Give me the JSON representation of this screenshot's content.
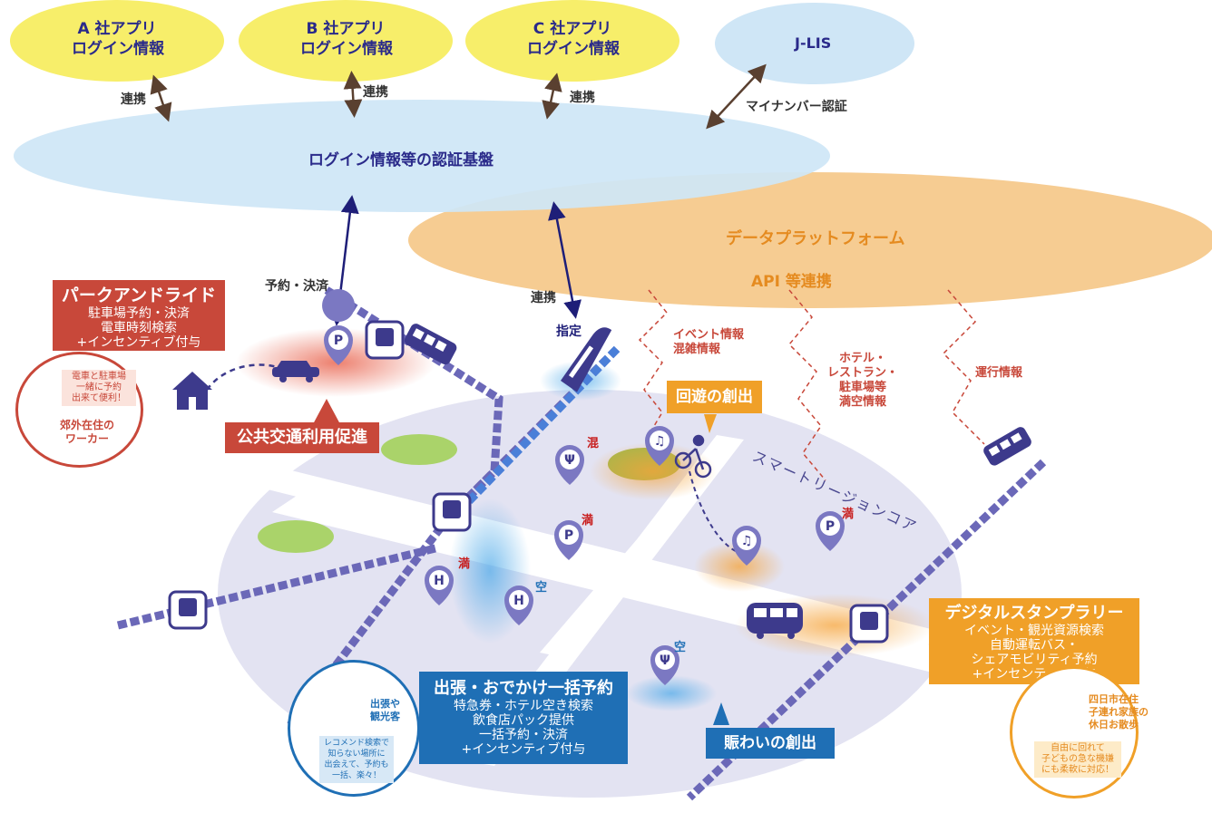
{
  "nodes": {
    "a_app": [
      "A 社アプリ",
      "ログイン情報"
    ],
    "b_app": [
      "B 社アプリ",
      "ログイン情報"
    ],
    "c_app": [
      "C 社アプリ",
      "ログイン情報"
    ],
    "jlis": "J-LIS",
    "auth_platform": "ログイン情報等の認証基盤",
    "data_platform": "データプラットフォーム",
    "api": "API 等連携"
  },
  "edge_labels": {
    "renkei": "連携",
    "mynumber": "マイナンバー認証",
    "reserve_pay": "予約・決済",
    "shitei": "指定",
    "event_info": [
      "イベント情報",
      "混雑情報"
    ],
    "hotel_info": [
      "ホテル・",
      "レストラン・",
      "駐車場等",
      "満空情報"
    ],
    "operation_info": "運行情報",
    "smart_region": "スマートリージョンコア"
  },
  "park_ride": {
    "title": "パークアンドライド",
    "lines": [
      "駐車場予約・決済",
      "電車時刻検索",
      "+インセンティブ付与"
    ],
    "color": "#c8483a"
  },
  "public_transport": "公共交通利用促進",
  "worker": {
    "speech": [
      "電車と駐車場",
      "一緒に予約",
      "出来て便利！"
    ],
    "caption": [
      "郊外在住の",
      "ワーカー"
    ]
  },
  "loop": "回遊の創出",
  "status": {
    "crowded": "混",
    "full": "満",
    "empty": "空"
  },
  "stamp_rally": {
    "title": "デジタルスタンプラリー",
    "lines": [
      "イベント・観光資源検索",
      "自動運転バス・",
      "シェアモビリティ予約",
      "+インセンティブ付与"
    ],
    "color": "#f0a028"
  },
  "family": {
    "caption": [
      "四日市在住",
      "子連れ家族の",
      "休日お散歩"
    ],
    "speech": [
      "自由に回れて",
      "子どもの急な機嫌",
      "にも柔軟に対応！"
    ]
  },
  "trip": {
    "title": "出張・おでかけ一括予約",
    "lines": [
      "特急券・ホテル空き検索",
      "飲食店パック提供",
      "一括予約・決済",
      "+インセンティブ付与"
    ],
    "color": "#1f6fb5"
  },
  "tourist": {
    "caption": [
      "出張や",
      "観光客"
    ],
    "speech": [
      "レコメンド検索で",
      "知らない場所に",
      "出会えて、予約も",
      "一括、楽々！"
    ]
  },
  "bustle": "賑わいの創出",
  "icon_glyphs": {
    "parking": "P",
    "hotel": "H",
    "music": "♫",
    "food": "Ψ"
  }
}
